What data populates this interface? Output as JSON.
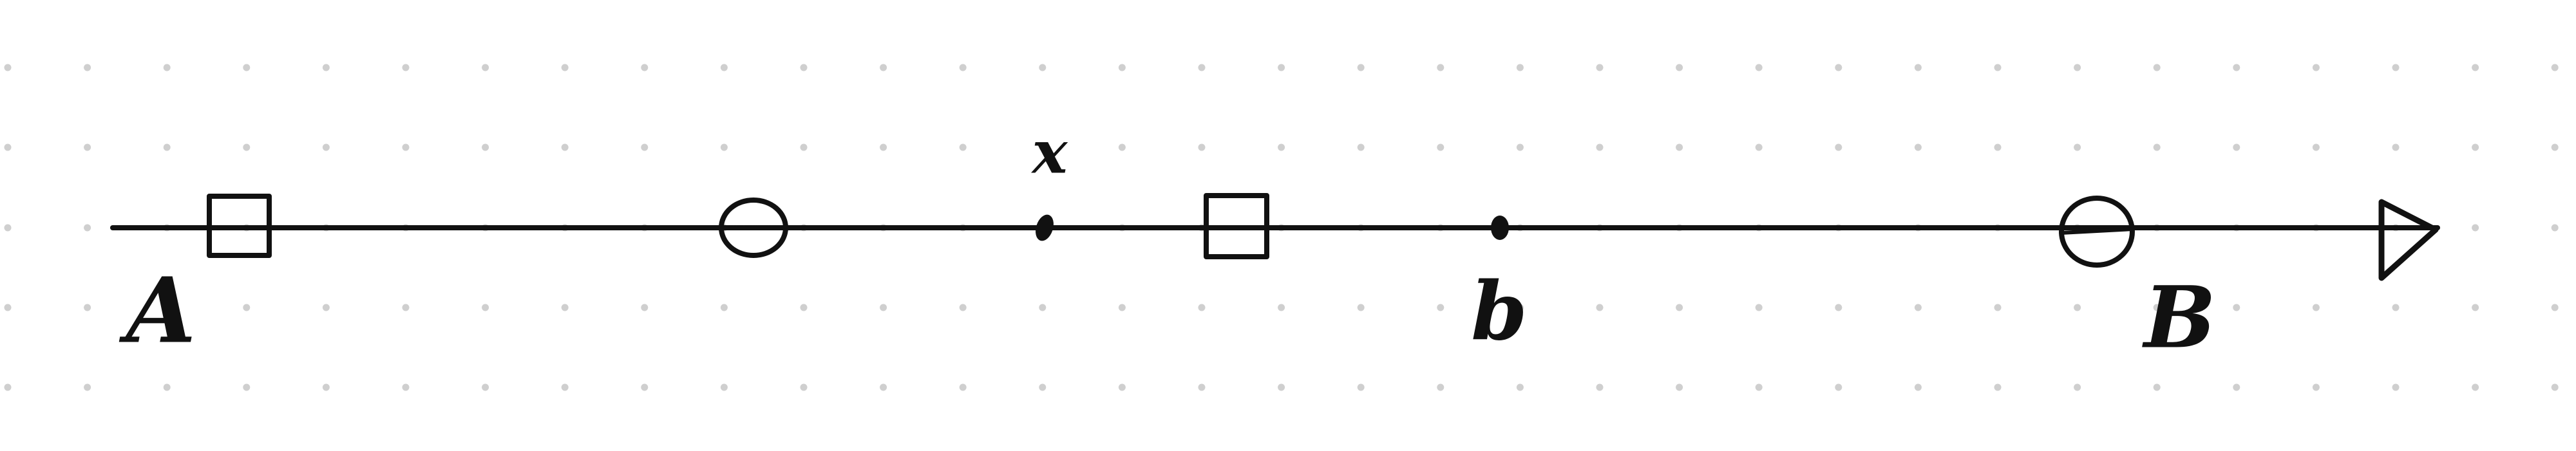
{
  "diagram": {
    "background": "#ffffff",
    "grid_dot_color": "#cfcfcf",
    "ink_color": "#111111",
    "line": {
      "arrow": "open-triangle-right"
    },
    "labels": {
      "A": "A",
      "x": "x",
      "b": "b",
      "B": "B"
    },
    "markers": [
      {
        "id": "square-1",
        "shape": "square"
      },
      {
        "id": "circle-1",
        "shape": "ellipse"
      },
      {
        "id": "point-x",
        "shape": "dot",
        "label": "x"
      },
      {
        "id": "square-2",
        "shape": "square"
      },
      {
        "id": "point-b",
        "shape": "dot",
        "label": "b"
      },
      {
        "id": "circle-2",
        "shape": "ellipse"
      }
    ]
  }
}
